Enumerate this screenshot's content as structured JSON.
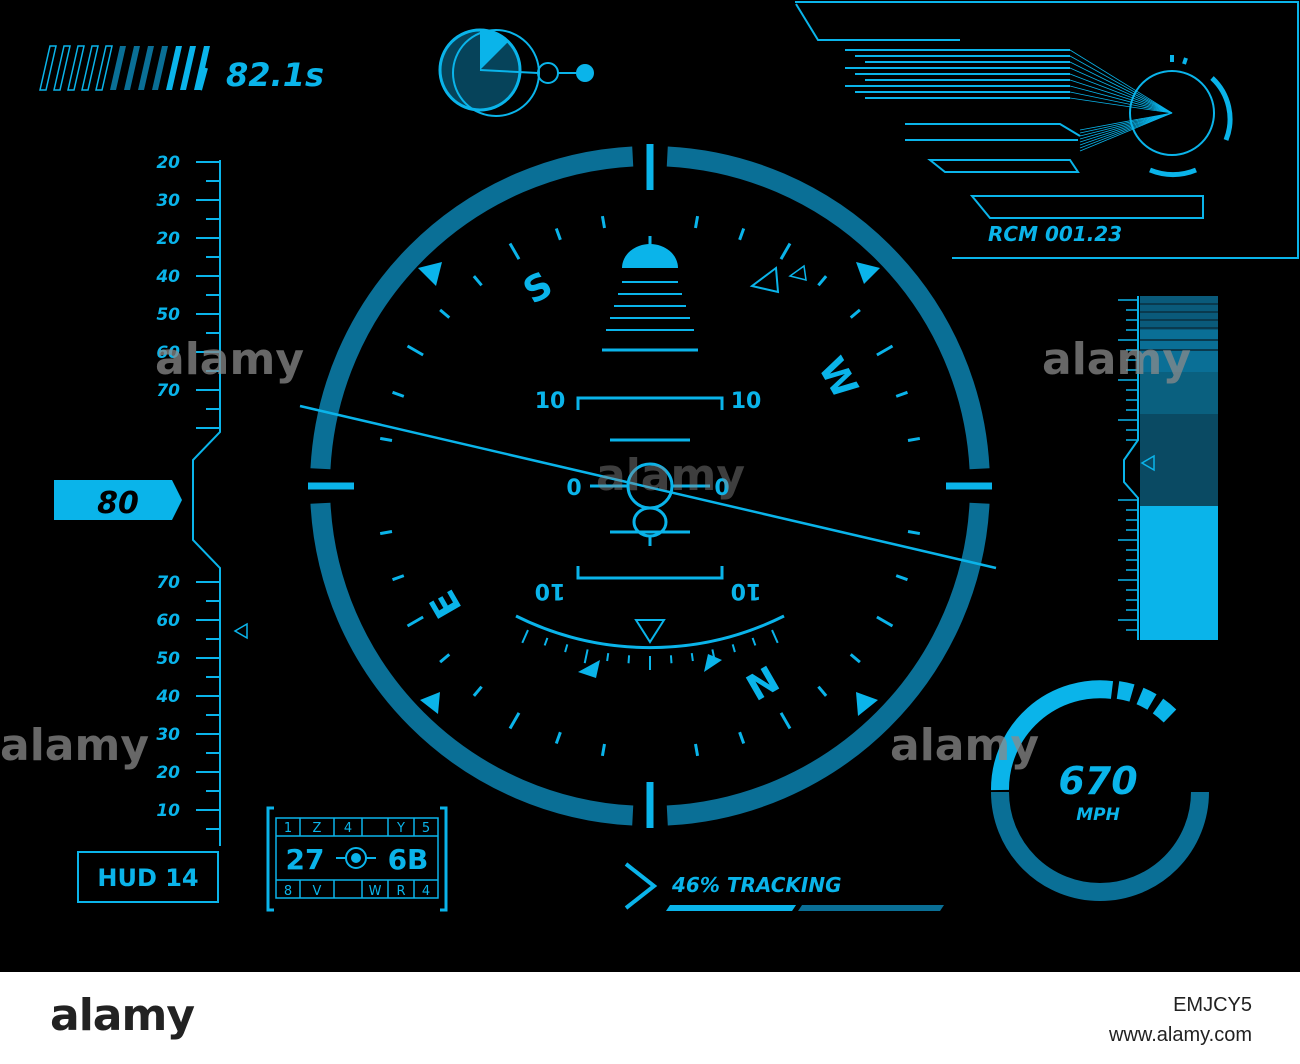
{
  "hud": {
    "timer": "82.1s",
    "rcm": "RCM 001.23",
    "hud_label": "HUD 14",
    "altitude_current": "80",
    "altitude_ticks_top": [
      "20",
      "30",
      "20",
      "40",
      "50",
      "60",
      "70"
    ],
    "altitude_ticks_bottom": [
      "70",
      "60",
      "50",
      "40",
      "30",
      "20",
      "10"
    ],
    "compass_letters": {
      "south": "S",
      "west": "W",
      "east": "E",
      "north": "N"
    },
    "pitch_upper": {
      "left": "10",
      "right": "10"
    },
    "pitch_zero": {
      "left": "0",
      "right": "0"
    },
    "pitch_lower": {
      "left": "10",
      "right": "10"
    },
    "speed": {
      "value": "670",
      "unit": "MPH"
    },
    "tracking": {
      "text": "46% TRACKING",
      "percent": 46
    },
    "grid": {
      "row1": [
        "1",
        "Z",
        "4",
        "Y",
        "5"
      ],
      "row2_left": "27",
      "row2_right": "6B",
      "row3": [
        "8",
        "V",
        "W",
        "R",
        "4"
      ]
    },
    "colors": {
      "accent": "#0ab4ea",
      "dim": "#0a6f96",
      "dark": "#074a66",
      "background": "#000000"
    }
  },
  "watermark": {
    "text": "alamy",
    "image_id": "EMJCY5",
    "site": "www.alamy.com"
  }
}
